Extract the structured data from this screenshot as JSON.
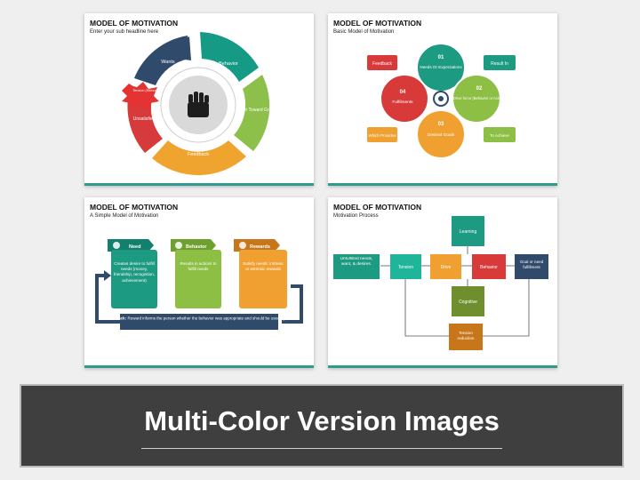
{
  "cards": [
    {
      "title": "MODEL OF MOTIVATION",
      "subtitle": "Enter your sub headline here",
      "labels": {
        "wants": "Wants",
        "behavior": "Behavior",
        "action": "Action Toward Goal Achievement",
        "feedback": "Feedback",
        "unsatisfied": "Unsatisfied Needs",
        "tension": "Tension (Stimulus)"
      },
      "colors": [
        "#2f4a6b",
        "#159a85",
        "#8cc04a",
        "#f0a430",
        "#d63a3a"
      ]
    },
    {
      "title": "MODEL OF MOTIVATION",
      "subtitle": "Basic Model of Motivation",
      "circles": [
        {
          "num": "01",
          "label": "Needs Or Expectations",
          "color": "#1d9a82"
        },
        {
          "num": "02",
          "label": "Drive force (Behavior or Action)",
          "color": "#8cbf43"
        },
        {
          "num": "03",
          "label": "Desired Goals",
          "color": "#f0a030"
        },
        {
          "num": "04",
          "label": "Fulfilments",
          "color": "#d83a3a"
        }
      ],
      "tags": {
        "feedback": "Feedback",
        "result": "Result In",
        "which": "Which Provides",
        "achieve": "To Achieve"
      }
    },
    {
      "title": "MODEL OF MOTIVATION",
      "subtitle": "A Simple Model of Motivation",
      "steps": [
        {
          "head": "Need",
          "body": "Creates desire to fulfill needs (money, friendship, recognition, achievement)",
          "color": "#1d9a82"
        },
        {
          "head": "Behavior",
          "body": "Results in actions to fulfill needs",
          "color": "#8cbf43"
        },
        {
          "head": "Rewards",
          "body": "Satisfy needs: intrinsic or extrinsic rewards",
          "color": "#f0a030"
        }
      ],
      "feedback_bold": "Feedback:",
      "feedback_text": " Reward informs the person whether the behavior was appropriate and should be used again."
    },
    {
      "title": "MODEL OF MOTIVATION",
      "subtitle": "Motivation Process",
      "boxes": {
        "unfulfilled": "Unfulfilled needs, want, & desires.",
        "tension": "Tension",
        "drive": "Drive",
        "behavior": "Behavior",
        "goal": "Goal or need fulfillment",
        "learning": "Learning",
        "cognitive": "Cognitive",
        "reduction": "Tension reduction"
      },
      "colors": {
        "teal": "#1d9a82",
        "lightteal": "#1fb59b",
        "orange": "#f0a030",
        "red": "#d83a3a",
        "navy": "#2f4a6b",
        "olive": "#6f8f2e",
        "darkorange": "#c8761a"
      }
    }
  ],
  "banner": {
    "text": "Multi-Color Version Images"
  }
}
